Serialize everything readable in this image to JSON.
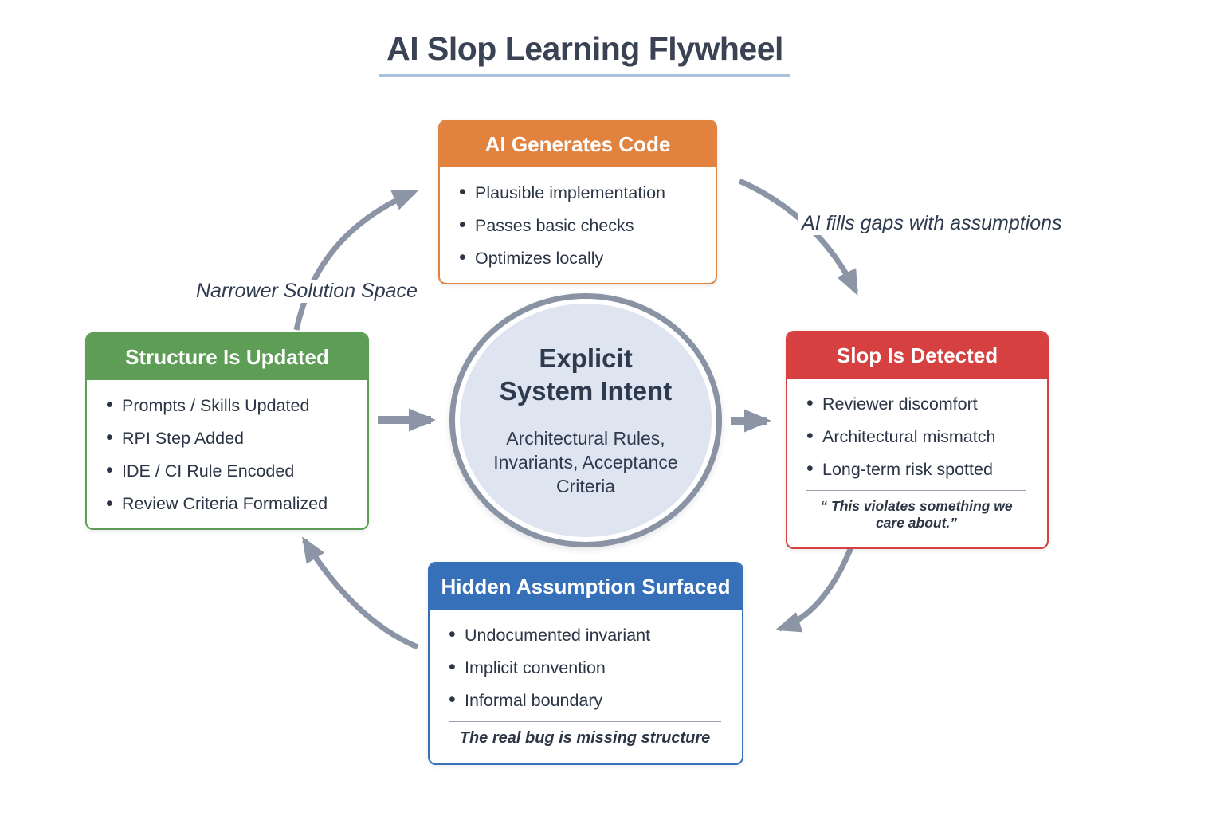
{
  "title": "AI Slop Learning Flywheel",
  "annotations": {
    "narrower": "Narrower Solution Space",
    "fills_gaps": "AI fills gaps with assumptions"
  },
  "center": {
    "title": "Explicit System Intent",
    "subtitle": "Architectural Rules, Invariants, Acceptance Criteria"
  },
  "boxes": [
    {
      "id": "ai-generates-code",
      "title": "AI Generates Code",
      "color": "#E2823F",
      "bullets": [
        "Plausible implementation",
        "Passes basic checks",
        "Optimizes locally"
      ]
    },
    {
      "id": "slop-is-detected",
      "title": "Slop Is Detected",
      "color": "#D64041",
      "bullets": [
        "Reviewer discomfort",
        "Architectural mismatch",
        "Long-term risk spotted"
      ],
      "footer": "“ This violates something we care about.”"
    },
    {
      "id": "hidden-assumption-surfaced",
      "title": "Hidden Assumption Surfaced",
      "color": "#3570B8",
      "bullets": [
        "Undocumented invariant",
        "Implicit convention",
        "Informal boundary"
      ],
      "footer": "The real bug is missing structure"
    },
    {
      "id": "structure-is-updated",
      "title": "Structure Is Updated",
      "color": "#5E9D55",
      "bullets": [
        "Prompts / Skills Updated",
        "RPI Step Added",
        "IDE / CI Rule Encoded",
        "Review Criteria Formalized"
      ]
    }
  ],
  "colors": {
    "background": "#FFFFFF",
    "title_text": "#3A4354",
    "title_underline": "#A9C2DC",
    "arrow": "#8C95A6",
    "body_text": "#2B3545",
    "box_orange": "#E2823F",
    "box_red": "#D64041",
    "box_blue": "#3570B8",
    "box_green": "#5E9D55",
    "circle_fill": "#DEE4F0",
    "circle_ring": "#8A93A4"
  }
}
